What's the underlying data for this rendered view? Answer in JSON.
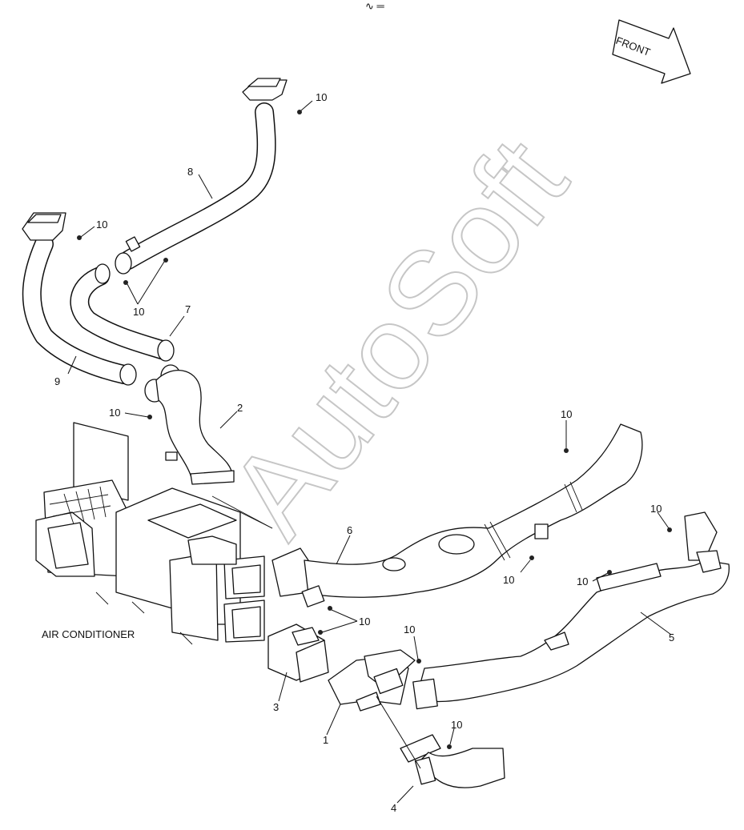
{
  "header_mark": "∿ ═",
  "front_arrow": {
    "label": "FRONT"
  },
  "watermark": "AutoSoft",
  "callouts": {
    "c1": "1",
    "c2": "2",
    "c3": "3",
    "c4": "4",
    "c5": "5",
    "c6": "6",
    "c7": "7",
    "c8": "8",
    "c9": "9",
    "b1": "10",
    "b2": "10",
    "b3": "10",
    "b4": "10",
    "b5": "10",
    "b6": "10",
    "b7": "10",
    "b8": "10",
    "b9": "10",
    "b10": "10"
  },
  "air_conditioner_label": "AIR CONDITIONER"
}
